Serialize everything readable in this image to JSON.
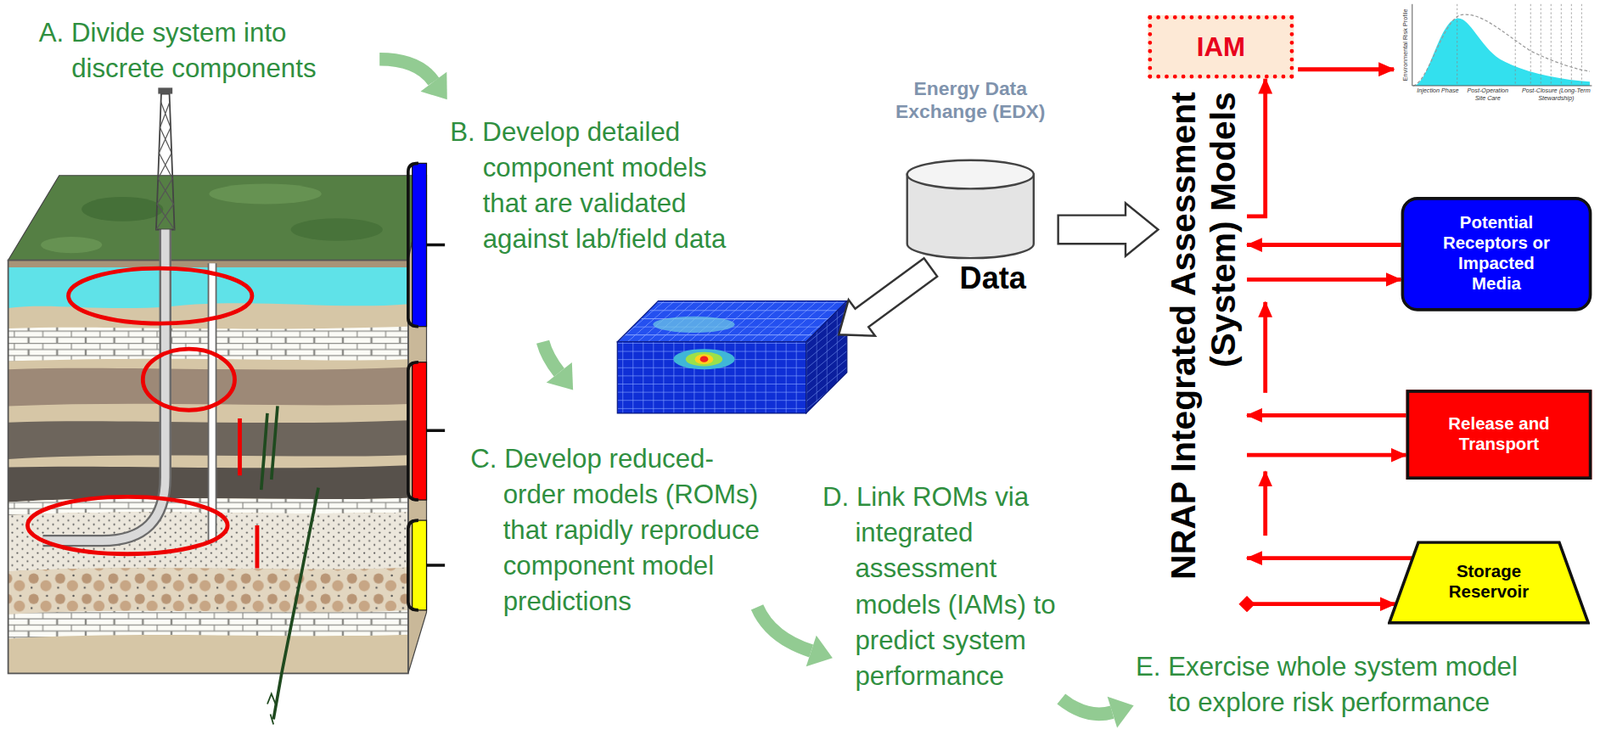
{
  "diagram": {
    "nodes": [
      {
        "text": [
          "IAM"
        ]
      },
      {
        "text": [
          "Energy Data Exchange (EDX)",
          "Data"
        ]
      },
      {
        "text": [
          "NRAP Integrated Assessment (System) Models"
        ]
      },
      {
        "text": [
          "Potential Receptors or Impacted Media"
        ]
      },
      {
        "text": [
          "Release and Transport"
        ]
      },
      {
        "text": [
          "Storage Reservoir"
        ]
      }
    ],
    "edges": [
      {
        "from": 2,
        "to": 0,
        "arrow": "to"
      },
      {
        "from": 1,
        "to": 2,
        "arrow": "to"
      },
      {
        "from": 3,
        "to": 2,
        "arrow": "to"
      },
      {
        "from": 2,
        "to": 3,
        "arrow": "to"
      },
      {
        "from": 4,
        "to": 2,
        "arrow": "to"
      },
      {
        "from": 2,
        "to": 4,
        "arrow": "to"
      },
      {
        "from": 5,
        "to": 2,
        "arrow": "to"
      },
      {
        "from": 2,
        "to": 5,
        "arrow": "to"
      }
    ],
    "labels": [
      "A. Divide system into discrete components",
      "B. Develop detailed component models that are validated against lab/field data",
      "C. Develop reduced-order models (ROMs) that rapidly reproduce component model predictions",
      "D. Link ROMs via integrated assessment models (IAMs) to predict system performance",
      "E. Exercise whole system model to explore risk performance",
      "Environmental Risk Profile",
      "Injection Phase",
      "Post-Operation Site Care",
      "Post-Closure (Long-Term Stewardship)"
    ]
  }
}
